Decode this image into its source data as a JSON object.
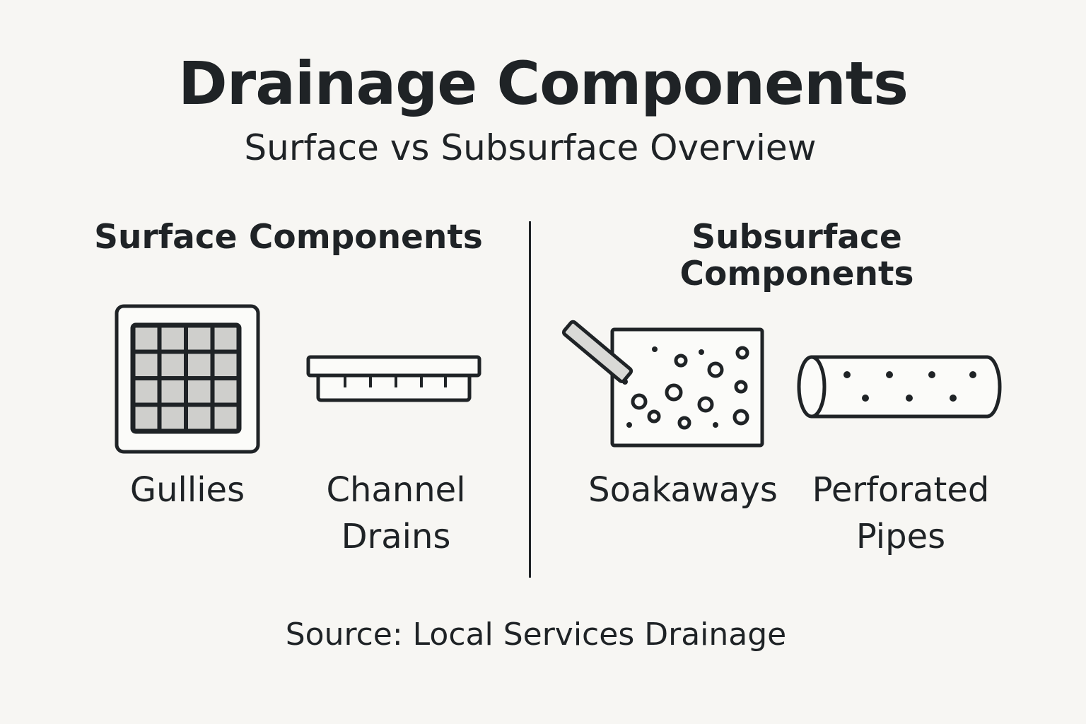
{
  "title": "Drainage Components",
  "subtitle": "Surface vs Subsurface Overview",
  "sections": [
    {
      "heading": "Surface Components",
      "items": [
        {
          "label_lines": [
            "Gullies"
          ],
          "icon": "gully-grate-icon"
        },
        {
          "label_lines": [
            "Channel",
            "Drains"
          ],
          "icon": "channel-drain-icon"
        }
      ]
    },
    {
      "heading": "Subsurface Components",
      "items": [
        {
          "label_lines": [
            "Soakaways"
          ],
          "icon": "soakaway-icon"
        },
        {
          "label_lines": [
            "Perforated",
            "Pipes"
          ],
          "icon": "perforated-pipe-icon"
        }
      ]
    }
  ],
  "source": "Source: Local Services Drainage",
  "colors": {
    "background": "#f7f6f3",
    "ink": "#1f2326",
    "grate_fill": "#cfcfcc"
  }
}
